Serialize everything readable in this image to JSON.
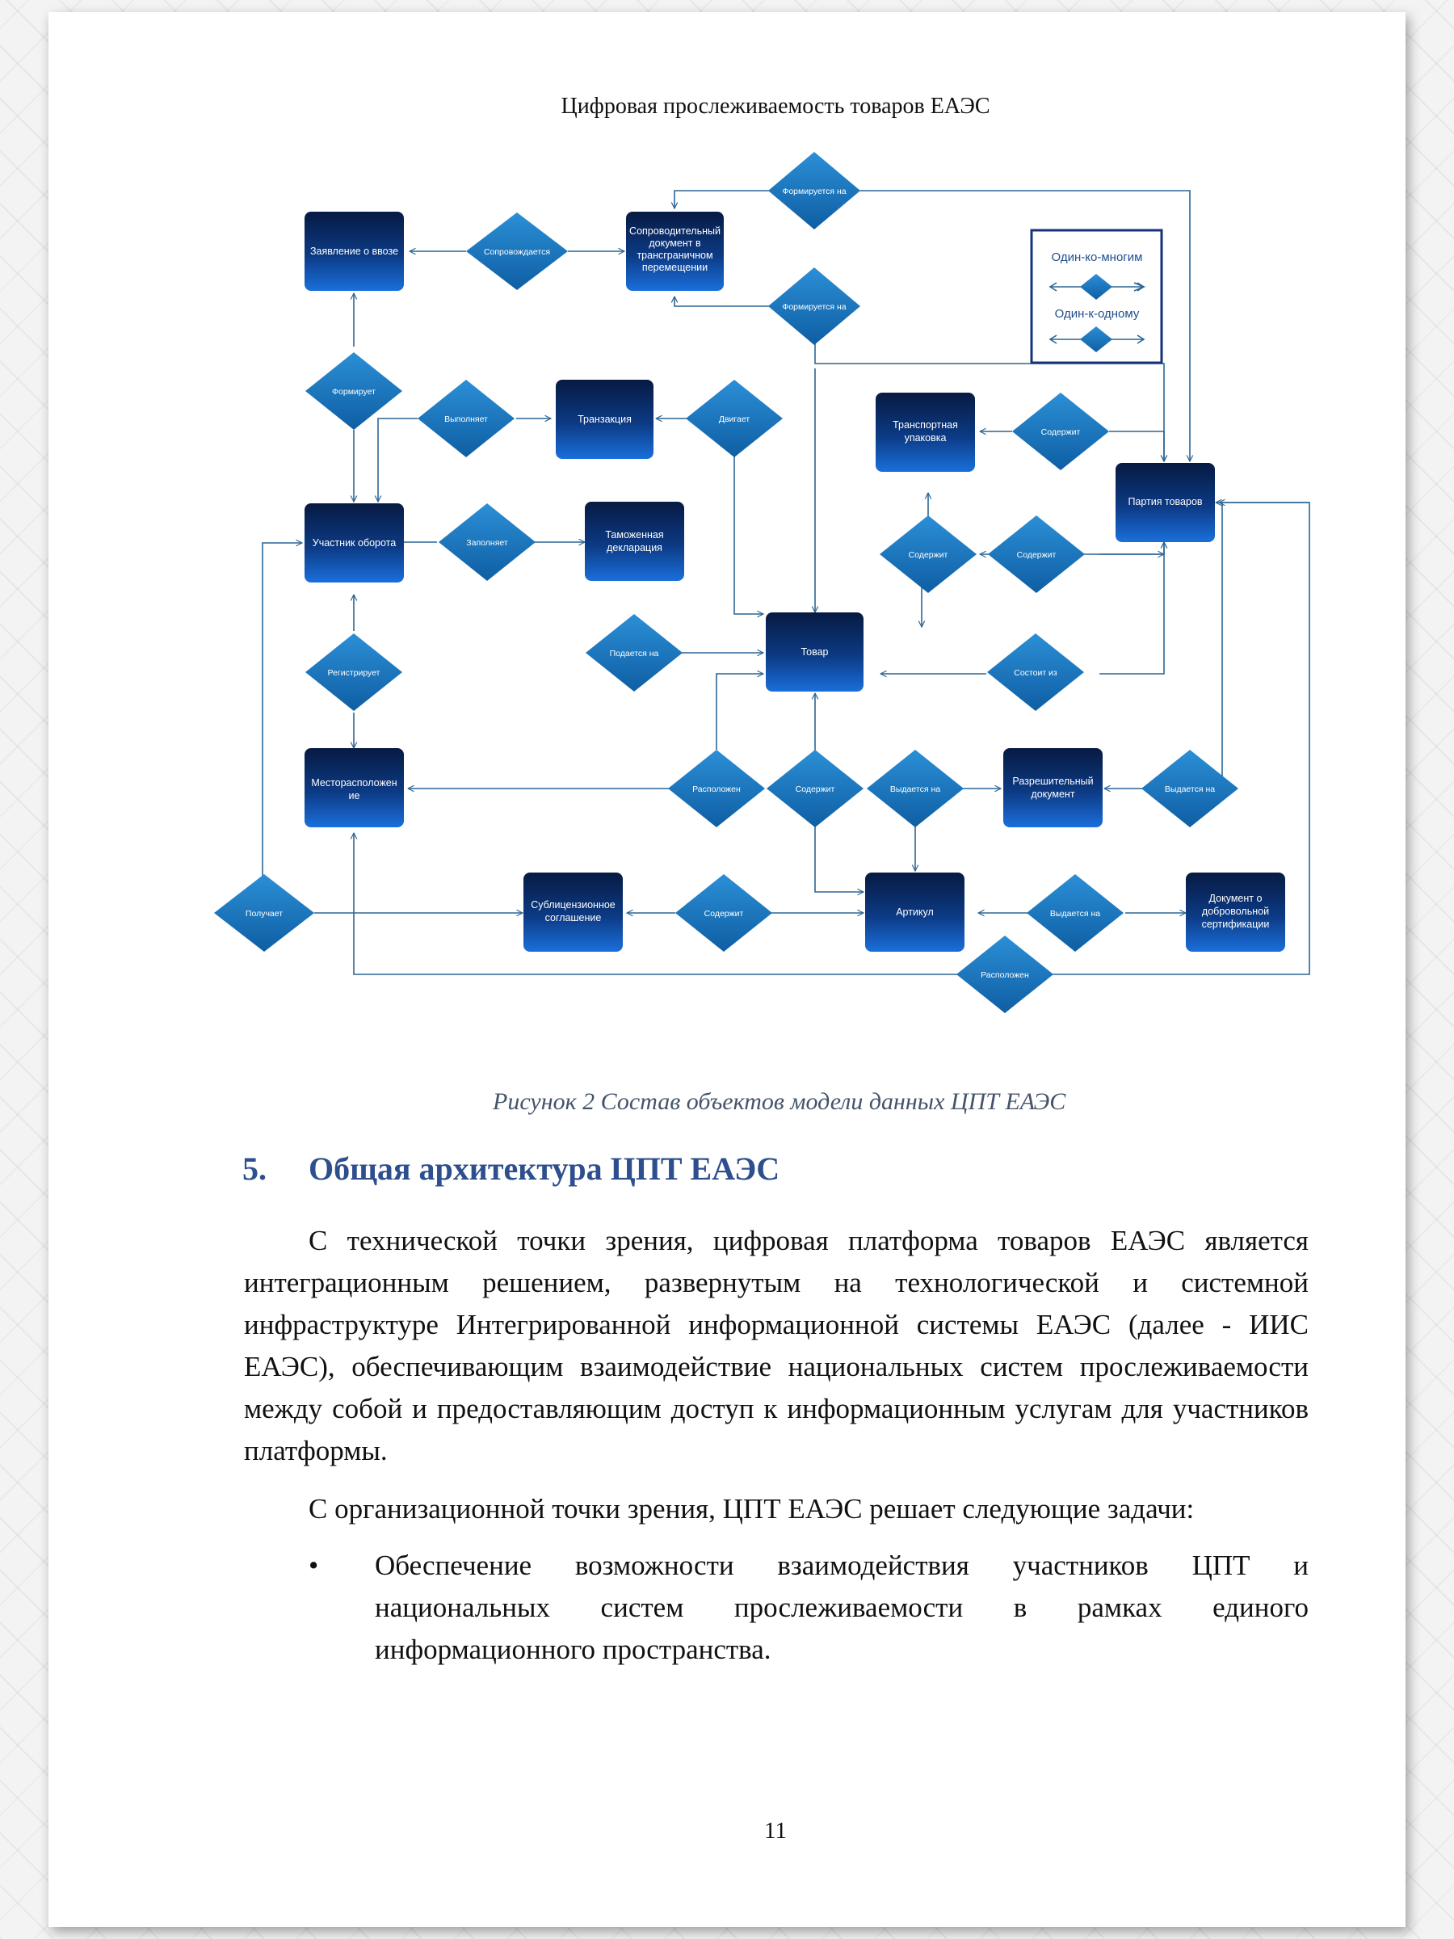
{
  "running_header": "Цифровая прослеживаемость товаров ЕАЭС",
  "diagram": {
    "entities": {
      "zayavlenie": [
        "Заявление о ввозе"
      ],
      "soprovod": [
        "Сопроводительный",
        "документ в",
        "трансграничном",
        "перемещении"
      ],
      "tranzakciya": [
        "Транзакция"
      ],
      "transp_upakovka": [
        "Транспортная",
        "упаковка"
      ],
      "partiya": [
        "Партия товаров"
      ],
      "uchastnik": [
        "Участник оборота"
      ],
      "tam_deklaraciya": [
        "Таможенная",
        "декларация"
      ],
      "tovar": [
        "Товар"
      ],
      "mestoraspolozhenie": [
        "Месторасположен",
        "ие"
      ],
      "razresh_dokument": [
        "Разрешительный",
        "документ"
      ],
      "sublic_soglashenie": [
        "Сублицензионное",
        "соглашение"
      ],
      "artikul": [
        "Артикул"
      ],
      "dok_sertifikacii": [
        "Документ о",
        "добровольной",
        "сертификации"
      ]
    },
    "relations": {
      "formiruetsya_na_top": "Формируется на",
      "soprovozhdaetsya": "Сопровождается",
      "formiruetsya_na_2": "Формируется на",
      "formiruet": "Формирует",
      "vypolnyaet": "Выполняет",
      "dvigaet": "Двигает",
      "soderzhit_upak": "Содержит",
      "zapolnyaet": "Заполняет",
      "soderzhit_upak_tovar": "Содержит",
      "soderzhit_partiya": "Содержит",
      "registriruet": "Регистрирует",
      "podaetsya_na": "Подается на",
      "sostoit_iz": "Состоит из",
      "raspolozhen_tovar": "Расположен",
      "soderzhit_artikul": "Содержит",
      "vydaetsya_na_razresh": "Выдается на",
      "vydaetsya_na_partiya": "Выдается на",
      "poluchaet": "Получает",
      "soderzhit_sublic": "Содержит",
      "vydaetsya_na_sert": "Выдается на",
      "raspolozhen_bottom": "Расположен"
    },
    "legend": {
      "one_to_many": "Один-ко-многим",
      "one_to_one": "Один-к-одному"
    },
    "colors": {
      "entity_top": "#071a42",
      "entity_bottom": "#1a6fdc",
      "diamond_top": "#2b8fd6",
      "diamond_bottom": "#0f5ea3",
      "line": "#2c6594"
    }
  },
  "figure_caption": "Рисунок 2 Состав объектов модели данных ЦПТ ЕАЭС",
  "section": {
    "number": "5.",
    "title": "Общая архитектура ЦПТ ЕАЭС"
  },
  "paragraphs": [
    "С технической точки зрения, цифровая платформа товаров ЕАЭС является интеграционным решением, развернутым на технологической и системной инфраструктуре Интегрированной информационной системы ЕАЭС (далее - ИИС ЕАЭС), обеспечивающим взаимодействие национальных систем прослеживаемости между собой и предоставляющим доступ к информационным услугам для участников платформы.",
    "С организационной точки зрения, ЦПТ ЕАЭС решает следующие задачи:"
  ],
  "bullets": [
    {
      "marker": "•",
      "text": "Обеспечение возможности взаимодействия участников ЦПТ и национальных систем прослеживаемости в рамках единого информационного пространства."
    }
  ],
  "page_number": "11"
}
